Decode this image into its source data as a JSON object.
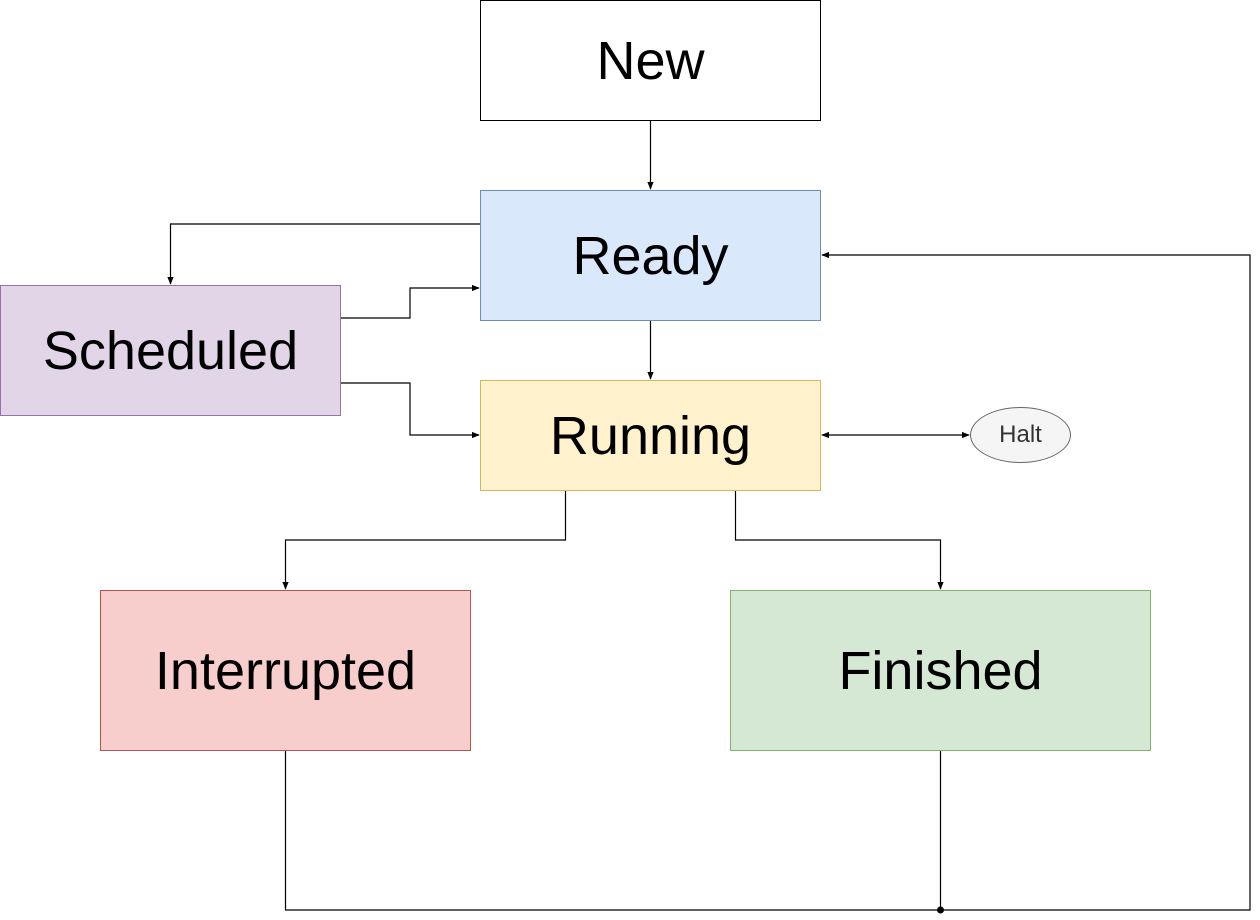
{
  "diagram": {
    "nodes": [
      {
        "id": "new",
        "label": "New",
        "fill": "#ffffff",
        "stroke": "#000000"
      },
      {
        "id": "ready",
        "label": "Ready",
        "fill": "#dae8fc",
        "stroke": "#6c8ebf"
      },
      {
        "id": "scheduled",
        "label": "Scheduled",
        "fill": "#e1d5e7",
        "stroke": "#9673a6"
      },
      {
        "id": "running",
        "label": "Running",
        "fill": "#fff2cc",
        "stroke": "#d6b656"
      },
      {
        "id": "halt",
        "label": "Halt",
        "fill": "#f5f5f5",
        "stroke": "#666666"
      },
      {
        "id": "interrupted",
        "label": "Interrupted",
        "fill": "#f8cecc",
        "stroke": "#b85450"
      },
      {
        "id": "finished",
        "label": "Finished",
        "fill": "#d5e8d4",
        "stroke": "#82b366"
      }
    ],
    "edges": [
      {
        "id": "new-to-ready",
        "from": "new",
        "to": "ready"
      },
      {
        "id": "ready-to-scheduled",
        "from": "ready",
        "to": "scheduled"
      },
      {
        "id": "scheduled-to-ready",
        "from": "scheduled",
        "to": "ready"
      },
      {
        "id": "scheduled-to-running",
        "from": "scheduled",
        "to": "running"
      },
      {
        "id": "ready-to-running",
        "from": "ready",
        "to": "running"
      },
      {
        "id": "running-halt",
        "from": "running",
        "to": "halt",
        "bidirectional": true
      },
      {
        "id": "running-to-interrupted",
        "from": "running",
        "to": "interrupted"
      },
      {
        "id": "running-to-finished",
        "from": "running",
        "to": "finished"
      },
      {
        "id": "interrupted-to-ready",
        "from": "interrupted",
        "to": "ready"
      },
      {
        "id": "finished-to-ready",
        "from": "finished",
        "to": "ready"
      }
    ]
  }
}
